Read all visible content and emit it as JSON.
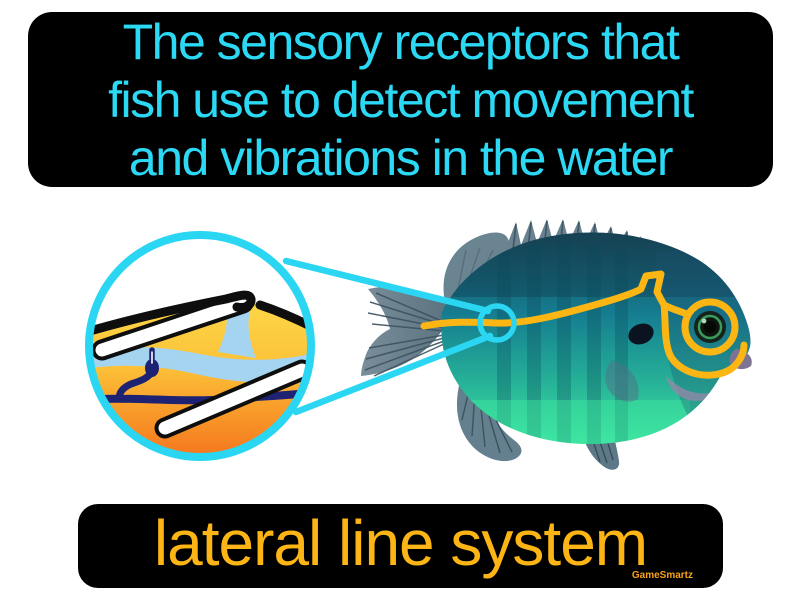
{
  "definition_box": {
    "lines": [
      "The sensory receptors that",
      "fish use to detect movement",
      "and vibrations in the water"
    ],
    "text_color": "#2bd9f5",
    "background": "#000000"
  },
  "term_box": {
    "term": "lateral line system",
    "text_color": "#fcb515",
    "background": "#000000"
  },
  "watermark": {
    "label": "GameSmartz",
    "color": "#f9a11b"
  },
  "figure": {
    "subject": "fish-lateral-line-diagram",
    "highlight_color": "#fbb614",
    "callout_color": "#2bd6f2",
    "fish_colors": {
      "back": "#1d4e5e",
      "mid": "#177f93",
      "belly": "#3fe3a0",
      "fins": "#66808e"
    },
    "inset_colors": {
      "skin_top": "#fdd84a",
      "deep_tissue": "#f4731d",
      "canal": "#a5d4f0",
      "nerve": "#1e2272",
      "scale": "#ffffff",
      "surface_line": "#0e0e0e"
    }
  }
}
